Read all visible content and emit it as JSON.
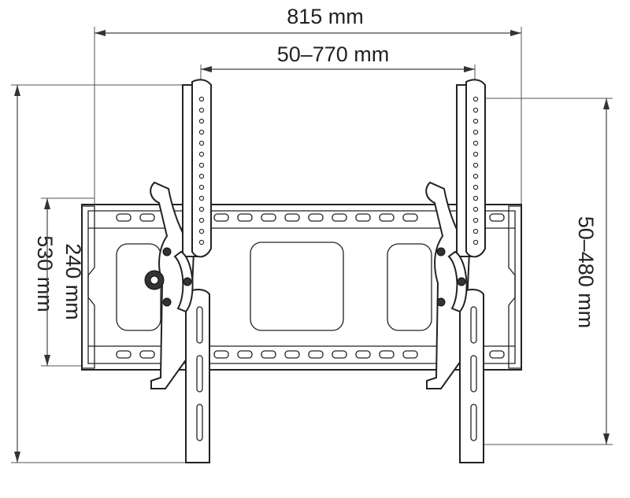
{
  "dimensions": {
    "overall_width": "815 mm",
    "vesa_horizontal": "50–770 mm",
    "overall_height": "530 mm",
    "wall_plate_height": "240 mm",
    "vesa_vertical": "50–480 mm"
  }
}
